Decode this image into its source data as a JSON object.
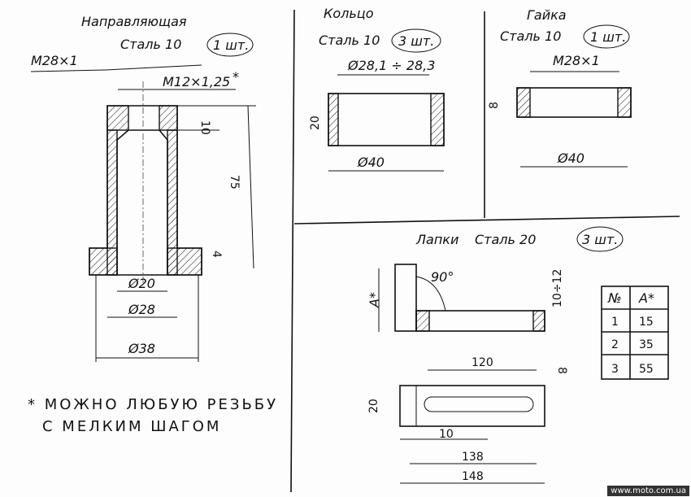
{
  "guide": {
    "title": "Направляющая",
    "material": "Сталь 10",
    "qty": "1 шт.",
    "thread_outer": "M28×1",
    "thread_inner": "M12×1,25",
    "asterisk": "*",
    "dim_top": "10",
    "dim_height": "75",
    "dim_flange": "4",
    "dia_inner": "Ø20",
    "dia_mid": "Ø28",
    "dia_flange": "Ø38"
  },
  "note": {
    "line1": "* МОЖНО ЛЮБУЮ РЕЗЬБУ",
    "line2": "С МЕЛКИМ ШАГОМ"
  },
  "ring": {
    "title": "Кольцо",
    "material": "Сталь 10",
    "qty": "3 шт.",
    "dia_inner": "Ø28,1 ÷ 28,3",
    "height": "20",
    "dia_outer": "Ø40"
  },
  "nut": {
    "title": "Гайка",
    "material": "Сталь 10",
    "qty": "1 шт.",
    "thread": "M28×1",
    "height": "8",
    "dia_outer": "Ø40"
  },
  "legs": {
    "title": "Лапки",
    "material": "Сталь 20",
    "qty": "3 шт.",
    "angle": "90°",
    "height_var": "A*",
    "thickness": "10÷12",
    "length_slot": "120",
    "width": "8",
    "plate_width": "20",
    "slot_offset": "10",
    "len_inner": "138",
    "len_total": "148"
  },
  "table": {
    "headers": [
      "№",
      "A*"
    ],
    "rows": [
      [
        "1",
        "15"
      ],
      [
        "2",
        "35"
      ],
      [
        "3",
        "55"
      ]
    ]
  },
  "watermark": "www.moto.com.ua"
}
